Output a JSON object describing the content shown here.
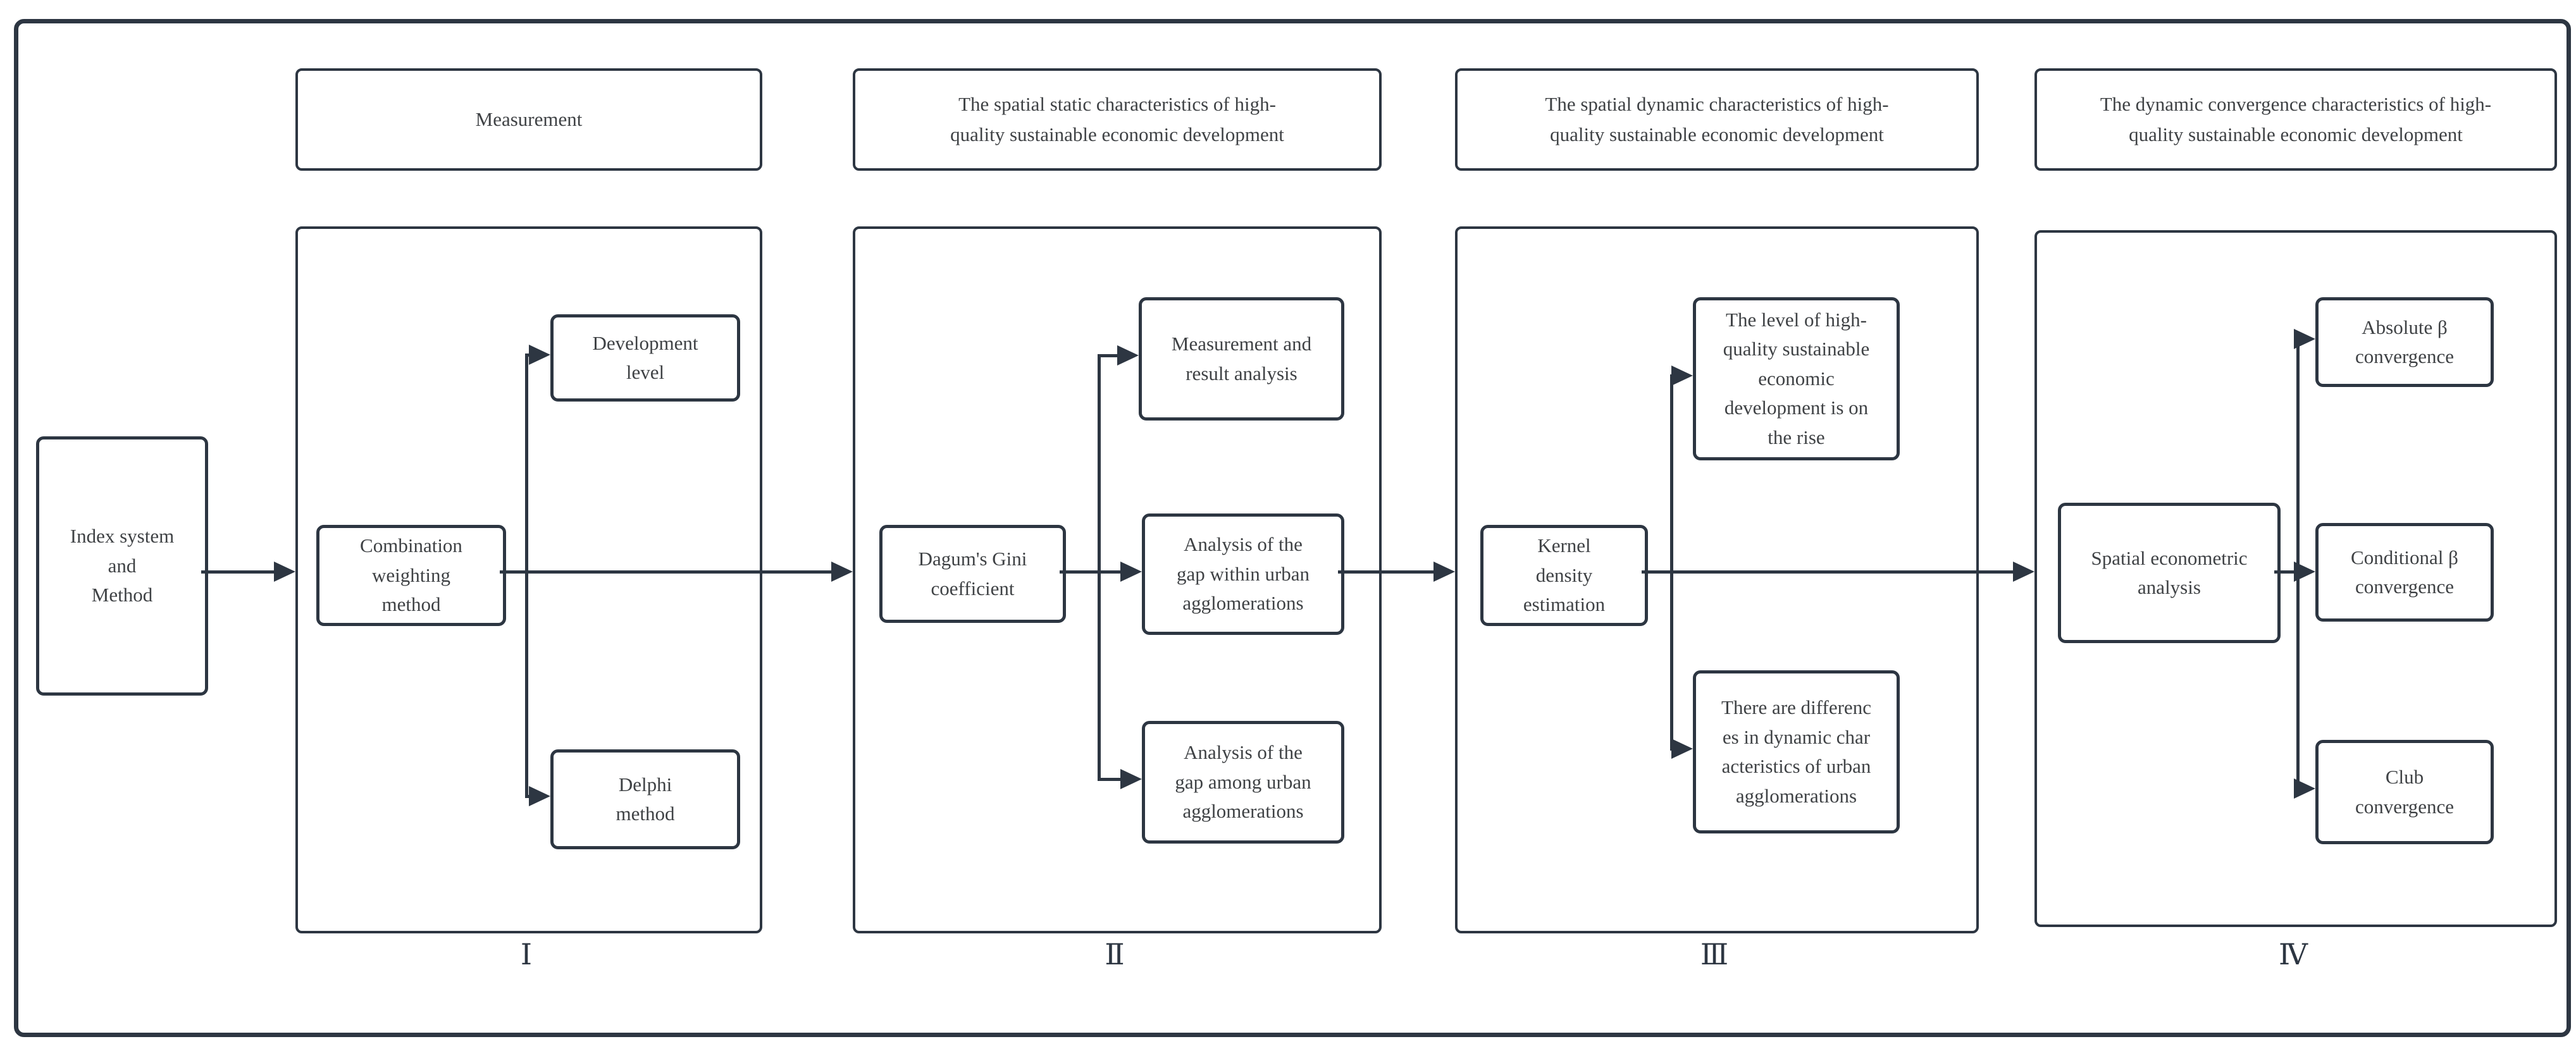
{
  "diagram": {
    "root": {
      "label": "Index system\nand\nMethod"
    },
    "columns": [
      {
        "numeral": "Ⅰ",
        "header": "Measurement",
        "main": "Combination\nweighting\nmethod",
        "branches": [
          "Development\nlevel",
          "Delphi\nmethod"
        ]
      },
      {
        "numeral": "Ⅱ",
        "header": "The spatial static characteristics of high-\nquality sustainable economic development",
        "main": "Dagum's Gini\ncoefficient",
        "branches": [
          "Measurement and\nresult analysis",
          "Analysis of the\ngap within urban\nagglomerations",
          "Analysis of the\ngap among urban\nagglomerations"
        ]
      },
      {
        "numeral": "Ⅲ",
        "header": "The spatial dynamic characteristics of high-\nquality sustainable economic development",
        "main": "Kernel\ndensity\nestimation",
        "branches": [
          "The level of high-\nquality sustainable\neconomic\ndevelopment is on\nthe rise",
          "There are differenc\nes in dynamic char\nacteristics of urban\nagglomerations"
        ]
      },
      {
        "numeral": "Ⅳ",
        "header": "The dynamic convergence characteristics of high-\nquality sustainable economic development",
        "main": "Spatial econometric\nanalysis",
        "branches": [
          "Absolute β\nconvergence",
          "Conditional β\nconvergence",
          "Club\nconvergence"
        ]
      }
    ],
    "colors": {
      "line": "#2d3642",
      "text": "#3f4245",
      "background": "#ffffff"
    }
  }
}
